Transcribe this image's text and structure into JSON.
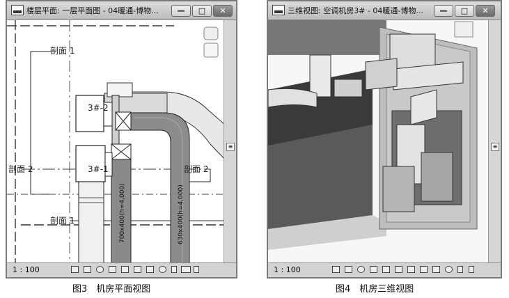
{
  "floor_plan_window": {
    "title": "楼层平面: 一层平面图 - 04暖通-博物...",
    "scale": "1 : 100",
    "labels": {
      "section_1_top": "剖面 1",
      "section_1_bottom": "剖面 1",
      "section_2_left": "剖面 2",
      "section_2_right": "剖面 2",
      "unit_3_2": "3#-2",
      "unit_3_1": "3#-1",
      "duct_left": "700x400(h=4,000)",
      "duct_right": "630x400(h=4,000)"
    },
    "caption": "图3　机房平面视图"
  },
  "three_d_window": {
    "title": "三维视图: 空调机房3# - 04暖通-博物...",
    "scale": "1 : 100",
    "caption": "图4　机房三维视图"
  },
  "window_controls": {
    "minimize": "—",
    "maximize": "□",
    "close": "✕"
  }
}
